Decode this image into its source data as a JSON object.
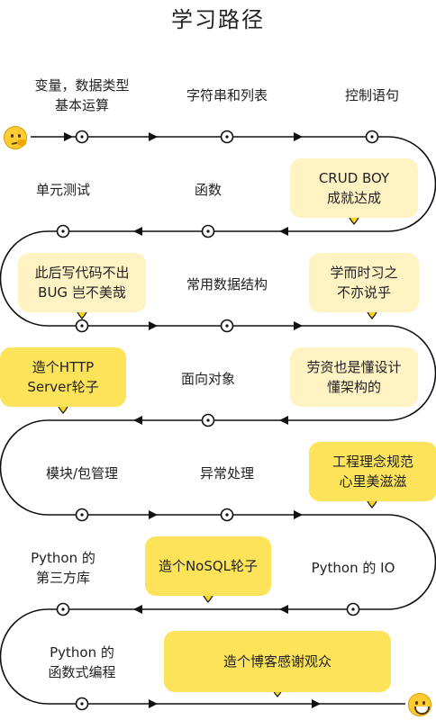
{
  "title": "学习路径",
  "colors": {
    "path": "#111111",
    "bubble_light": "#fff3c4",
    "bubble_bright": "#fde35a",
    "pin": "#f6d31a",
    "emoji": "#ffcc33"
  },
  "icons": {
    "start": "thinking-face-icon",
    "end": "grinning-face-icon",
    "marker": "location-pin-icon"
  },
  "rows": [
    {
      "labels": [
        "变量，数据类型\n基本运算",
        "字符串和列表",
        "控制语句"
      ]
    },
    {
      "labels": [
        "单元测试",
        "函数"
      ],
      "bubble": "CRUD BOY\n成就达成"
    },
    {
      "labels": [
        "常用数据结构"
      ],
      "bubbles": [
        "此后写代码不出\nBUG 岂不美哉",
        "学而时习之\n不亦说乎"
      ]
    },
    {
      "labels": [
        "面向对象"
      ],
      "bubbles": [
        "造个HTTP\nServer轮子",
        "劳资也是懂设计\n懂架构的"
      ]
    },
    {
      "labels": [
        "模块/包管理",
        "异常处理"
      ],
      "bubble": "工程理念规范\n心里美滋滋"
    },
    {
      "labels": [
        "Python 的\n第三方库",
        "Python 的 IO"
      ],
      "bubble": "造个NoSQL轮子"
    },
    {
      "labels": [
        "Python 的\n函数式编程"
      ],
      "bubble": "造个博客感谢观众"
    }
  ]
}
